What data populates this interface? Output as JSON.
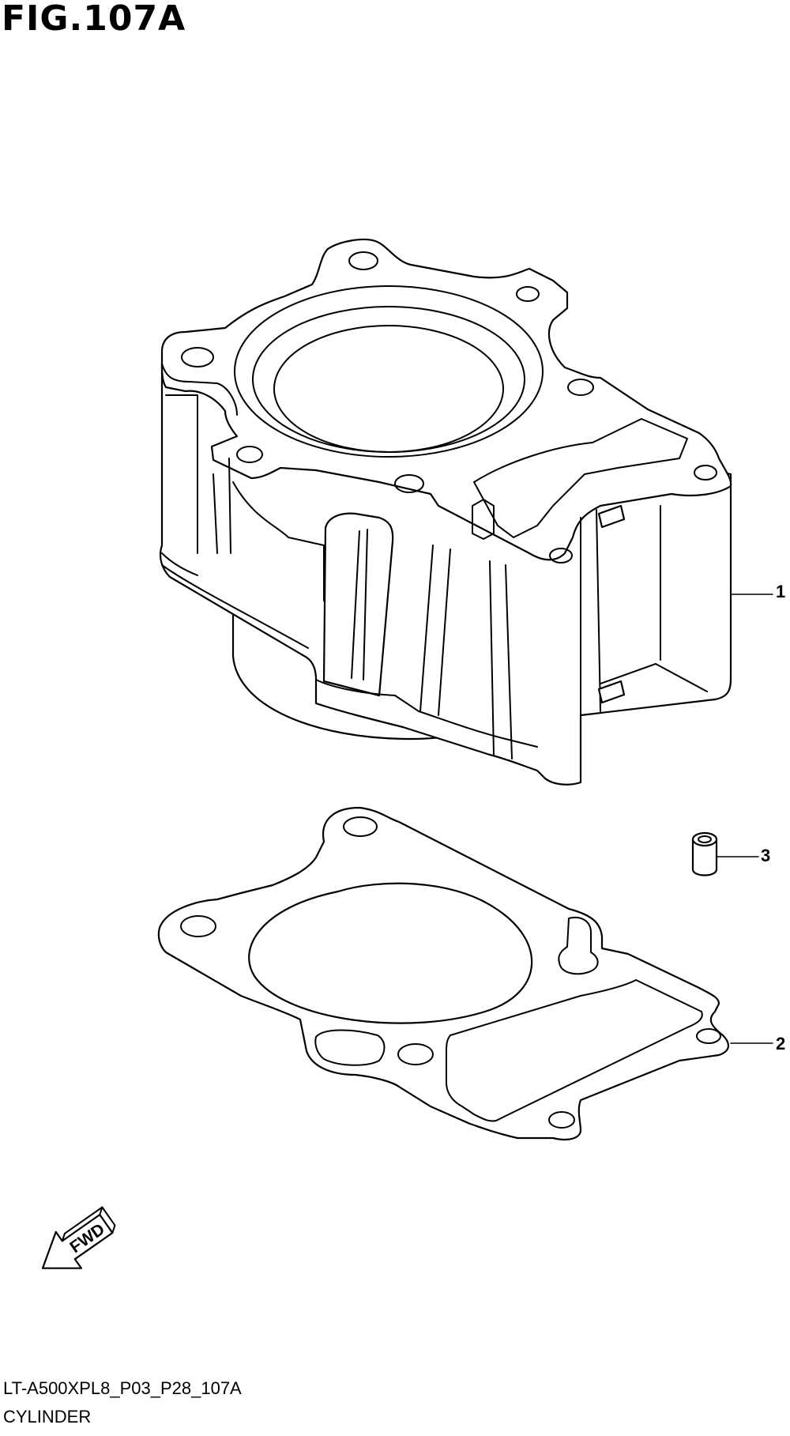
{
  "figure": {
    "title": "FIG.107A"
  },
  "callouts": [
    {
      "number": "1"
    },
    {
      "number": "2"
    },
    {
      "number": "3"
    }
  ],
  "direction_marker": {
    "label": "FWD",
    "icon": "forward-arrow-icon"
  },
  "footer": {
    "code": "LT-A500XPL8_P03_P28_107A",
    "name": "CYLINDER"
  }
}
